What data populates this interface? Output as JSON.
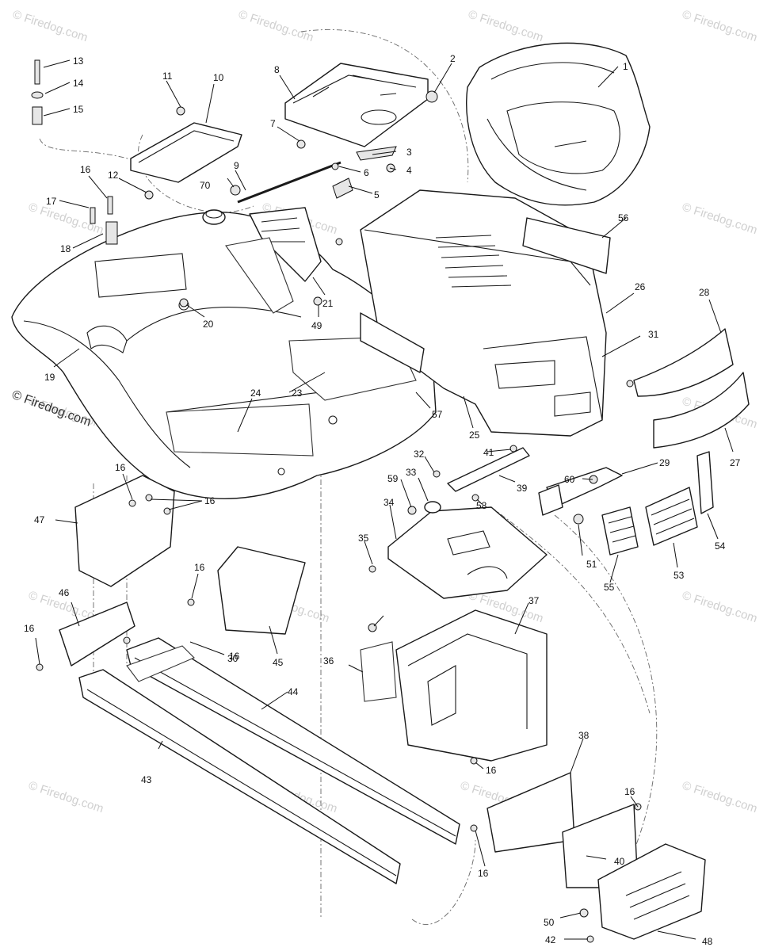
{
  "watermark": {
    "text": "© Firedog.com",
    "prominent_text": "© Firedog.com",
    "color": "#d0d0d0"
  },
  "callouts": [
    "1",
    "2",
    "3",
    "4",
    "5",
    "6",
    "7",
    "8",
    "9",
    "10",
    "11",
    "12",
    "13",
    "14",
    "15",
    "16",
    "17",
    "18",
    "19",
    "20",
    "21",
    "23",
    "24",
    "25",
    "26",
    "27",
    "28",
    "29",
    "30",
    "31",
    "32",
    "33",
    "34",
    "35",
    "36",
    "37",
    "38",
    "39",
    "40",
    "41",
    "42",
    "43",
    "44",
    "45",
    "46",
    "47",
    "48",
    "49",
    "50",
    "51",
    "53",
    "54",
    "55",
    "56",
    "57",
    "58",
    "59",
    "60",
    "70"
  ]
}
